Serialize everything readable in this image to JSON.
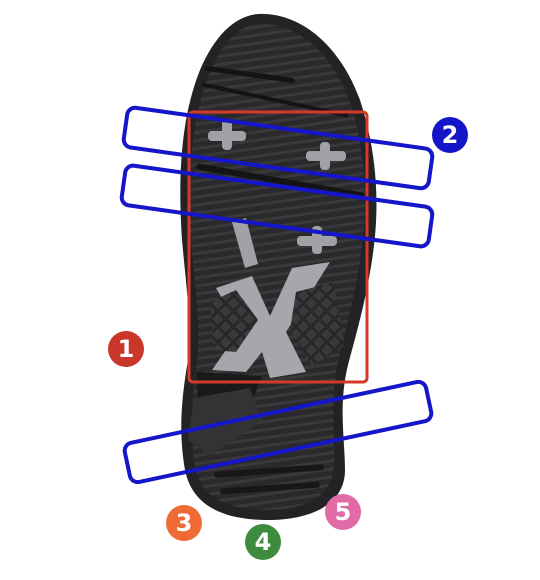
{
  "image": {
    "subject": "shoe-outsole",
    "colors": {
      "sole": "#2c2c2e",
      "sole_dark": "#1f1f21",
      "tread": "#3d3d40",
      "accent_gray": "#a8aaad",
      "frame_red": "#d33a2a",
      "frame_blue": "#1515c9"
    }
  },
  "badges": [
    {
      "label": "1",
      "color": "#c9372a"
    },
    {
      "label": "2",
      "color": "#1414c8"
    },
    {
      "label": "3",
      "color": "#ef6a35"
    },
    {
      "label": "4",
      "color": "#3d8b3f"
    },
    {
      "label": "5",
      "color": "#e06ba6"
    }
  ]
}
